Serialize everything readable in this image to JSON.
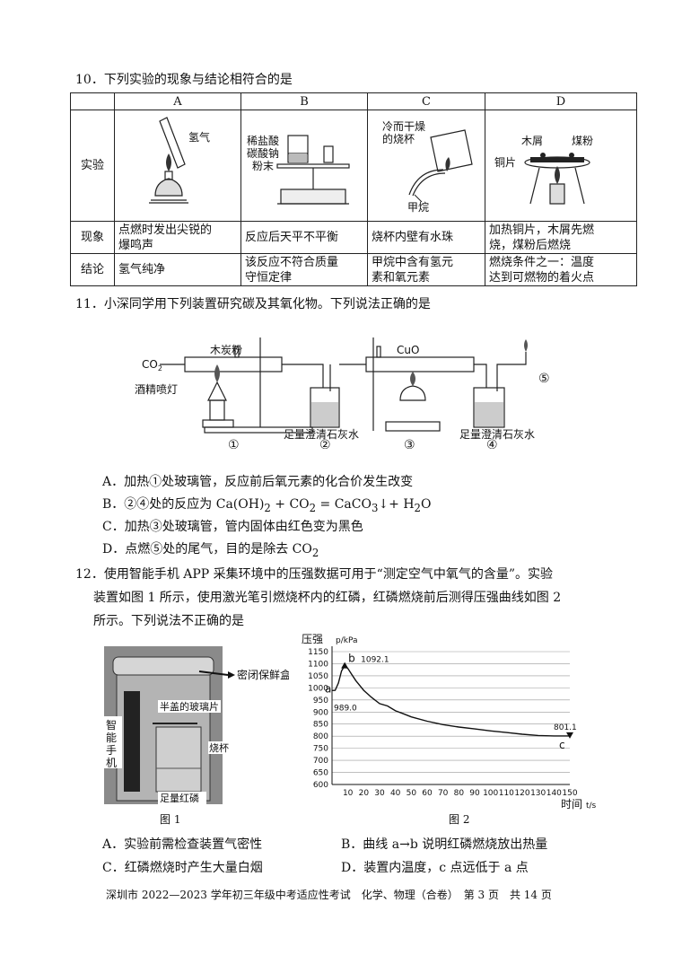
{
  "q10": {
    "stem": "10．下列实验的现象与结论相符合的是",
    "headers": [
      "A",
      "B",
      "C",
      "D"
    ],
    "row_labels": {
      "experiment": "实验",
      "phenomenon": "现象",
      "conclusion": "结论"
    },
    "img_labels": {
      "a_hydrogen": "氢气",
      "b_line1": "稀盐酸",
      "b_line2": "碳酸钠",
      "b_line3": "粉末",
      "c_line1": "冷而干燥",
      "c_line2": "的烧杯",
      "c_gas": "甲烷",
      "d_wood": "木屑",
      "d_coal": "煤粉",
      "d_copper": "铜片"
    },
    "phenomena": {
      "a_l1": "点燃时发出尖锐的",
      "a_l2": "爆鸣声",
      "b": "反应后天平不平衡",
      "c": "烧杯内壁有水珠",
      "d_l1": "加热铜片，木屑先燃",
      "d_l2": "烧，煤粉后燃烧"
    },
    "conclusions": {
      "a": "氢气纯净",
      "b_l1": "该反应不符合质量",
      "b_l2": "守恒定律",
      "c_l1": "甲烷中含有氢元",
      "c_l2": "素和氧元素",
      "d_l1": "燃烧条件之一：温度",
      "d_l2": "达到可燃物的着火点"
    }
  },
  "q11": {
    "stem": "11．小深同学用下列装置研究碳及其氧化物。下列说法正确的是",
    "labels": {
      "co2_sub": "2",
      "co2_main": "CO",
      "charcoal": "木炭粉",
      "cuo": "CuO",
      "lamp": "酒精喷灯",
      "limewater1": "足量澄清石灰水",
      "limewater2": "足量澄清石灰水",
      "n1": "①",
      "n2": "②",
      "n3": "③",
      "n4": "④",
      "n5": "⑤"
    },
    "options": {
      "a": "A．加热①处玻璃管，反应前后氧元素的化合价发生改变",
      "b_pre": "B．②④处的反应为 Ca(OH)",
      "b_mid": " + CO",
      "b_post": " = CaCO",
      "b_tail": "↓+ H",
      "b_end": "O",
      "c": "C．加热③处玻璃管，管内固体由红色变为黑色",
      "d_pre": "D．点燃⑤处的尾气，目的是除去 CO",
      "sub2": "2",
      "sub3": "3"
    }
  },
  "q12": {
    "stem_l1": "12．使用智能手机 APP 采集环境中的压强数据可用于“测定空气中氧气的含量”。实验",
    "stem_l2": "装置如图 1 所示，使用激光笔引燃烧杯内的红磷，红磷燃烧前后测得压强曲线如图 2",
    "stem_l3": "所示。下列说法不正确的是",
    "fig1_labels": {
      "box": "密闭保鲜盒",
      "phone1": "智",
      "phone2": "能",
      "phone3": "手",
      "phone4": "机",
      "glass": "半盖的玻璃片",
      "beaker": "烧杯",
      "phosphorus": "足量红磷"
    },
    "fig1_caption": "图 1",
    "fig2_caption": "图 2",
    "options": {
      "a": "A．实验前需检查装置气密性",
      "b": "B．曲线 a→b 说明红磷燃烧放出热量",
      "c": "C．红磷燃烧时产生大量白烟",
      "d": "D．装置内温度，c 点远低于 a 点"
    }
  },
  "chart_data": {
    "type": "line",
    "ylabel_main": "压强",
    "ylabel_unit": "p/kPa",
    "xlabel_main": "时间",
    "xlabel_unit": "t/s",
    "ylim": [
      600,
      1150
    ],
    "xlim": [
      0,
      150
    ],
    "yticks": [
      600,
      650,
      700,
      750,
      800,
      850,
      900,
      950,
      1000,
      1050,
      1100,
      1150
    ],
    "xticks": [
      10,
      20,
      30,
      40,
      50,
      60,
      70,
      80,
      90,
      100,
      110,
      120,
      130,
      140,
      150
    ],
    "grid": true,
    "series": [
      {
        "x": [
          0,
          2,
          4,
          6,
          8,
          10,
          12,
          15,
          20,
          25,
          30,
          35,
          40,
          45,
          50,
          60,
          70,
          80,
          90,
          100,
          110,
          120,
          130,
          140,
          150
        ],
        "y": [
          989,
          990,
          1020,
          1070,
          1092,
          1080,
          1060,
          1030,
          990,
          960,
          935,
          925,
          905,
          893,
          880,
          862,
          848,
          838,
          830,
          822,
          815,
          808,
          803,
          801,
          801
        ]
      }
    ],
    "points": [
      {
        "label": "a",
        "x": 0,
        "y": 989,
        "value": "989.0"
      },
      {
        "label": "b",
        "x": 8,
        "y": 1092,
        "value": "1092.1"
      },
      {
        "label": "c",
        "x": 150,
        "y": 801,
        "value": "801.1"
      }
    ]
  },
  "footer": "深圳市 2022—2023 学年初三年级中考适应性考试　化学、物理（合卷）　第 3 页　共 14 页"
}
